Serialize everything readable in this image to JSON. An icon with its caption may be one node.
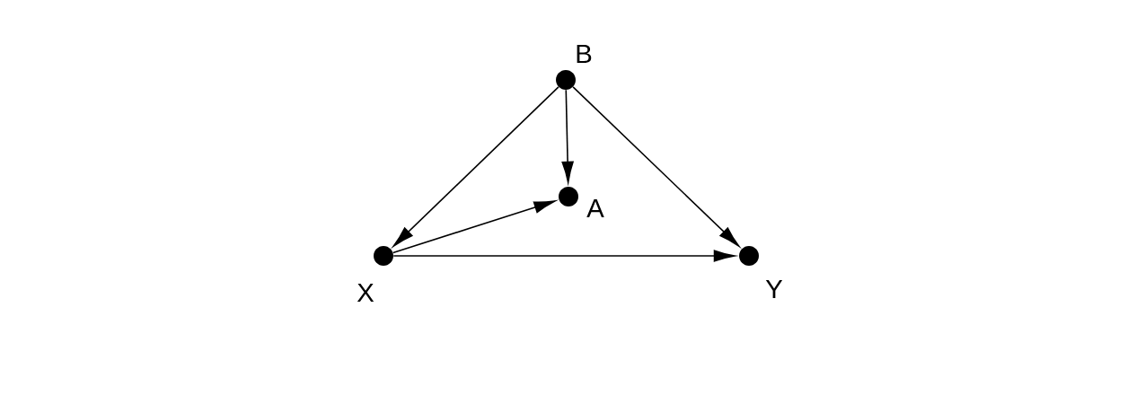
{
  "diagram": {
    "nodes": [
      {
        "text": [],
        "shape": "circle",
        "beside": [
          "B"
        ]
      },
      {
        "text": [],
        "shape": "circle",
        "beside": [
          "A"
        ]
      },
      {
        "text": [],
        "shape": "circle",
        "beside": [
          "X"
        ]
      },
      {
        "text": [],
        "shape": "circle",
        "beside": [
          "Y"
        ]
      }
    ],
    "edges": [
      {
        "from": 0,
        "to": 2,
        "arrow": "to"
      },
      {
        "from": 0,
        "to": 1,
        "arrow": "to"
      },
      {
        "from": 0,
        "to": 3,
        "arrow": "to"
      },
      {
        "from": 2,
        "to": 1,
        "arrow": "to"
      },
      {
        "from": 2,
        "to": 3,
        "arrow": "to"
      }
    ]
  }
}
